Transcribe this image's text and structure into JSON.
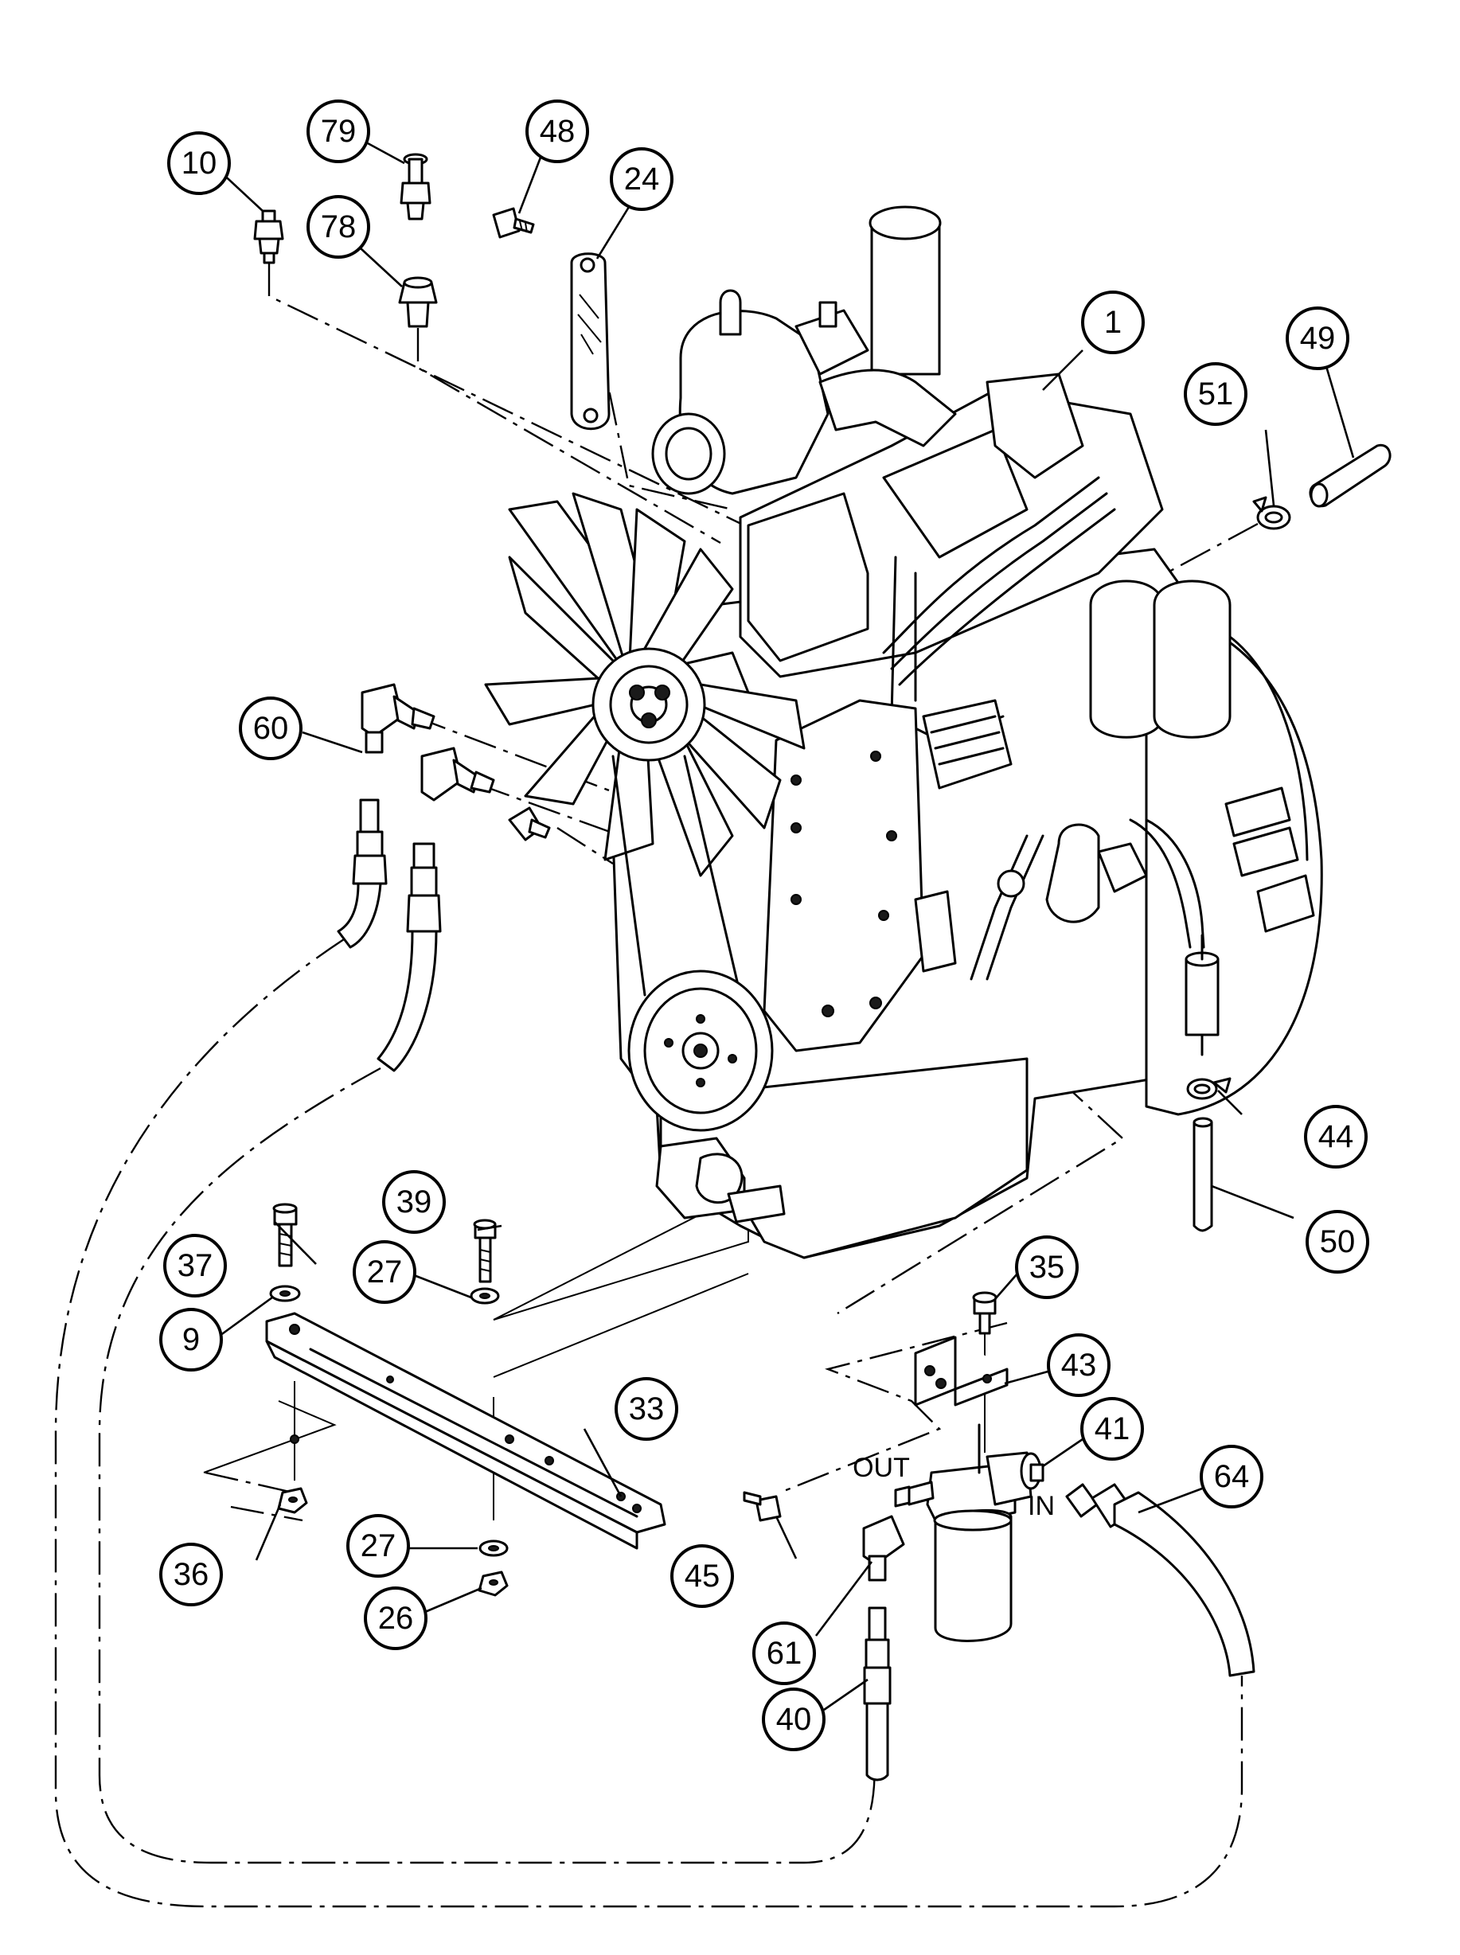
{
  "callouts": [
    {
      "id": "c1",
      "label": "1"
    },
    {
      "id": "c9",
      "label": "9"
    },
    {
      "id": "c10",
      "label": "10"
    },
    {
      "id": "c24",
      "label": "24"
    },
    {
      "id": "c26",
      "label": "26"
    },
    {
      "id": "c27a",
      "label": "27"
    },
    {
      "id": "c27b",
      "label": "27"
    },
    {
      "id": "c33",
      "label": "33"
    },
    {
      "id": "c35",
      "label": "35"
    },
    {
      "id": "c36",
      "label": "36"
    },
    {
      "id": "c37",
      "label": "37"
    },
    {
      "id": "c39",
      "label": "39"
    },
    {
      "id": "c40",
      "label": "40"
    },
    {
      "id": "c41",
      "label": "41"
    },
    {
      "id": "c43",
      "label": "43"
    },
    {
      "id": "c44",
      "label": "44"
    },
    {
      "id": "c45",
      "label": "45"
    },
    {
      "id": "c48",
      "label": "48"
    },
    {
      "id": "c49",
      "label": "49"
    },
    {
      "id": "c50",
      "label": "50"
    },
    {
      "id": "c51",
      "label": "51"
    },
    {
      "id": "c60",
      "label": "60"
    },
    {
      "id": "c61",
      "label": "61"
    },
    {
      "id": "c64",
      "label": "64"
    },
    {
      "id": "c78",
      "label": "78"
    },
    {
      "id": "c79",
      "label": "79"
    }
  ],
  "port_labels": {
    "out": "OUT",
    "in": "IN"
  }
}
